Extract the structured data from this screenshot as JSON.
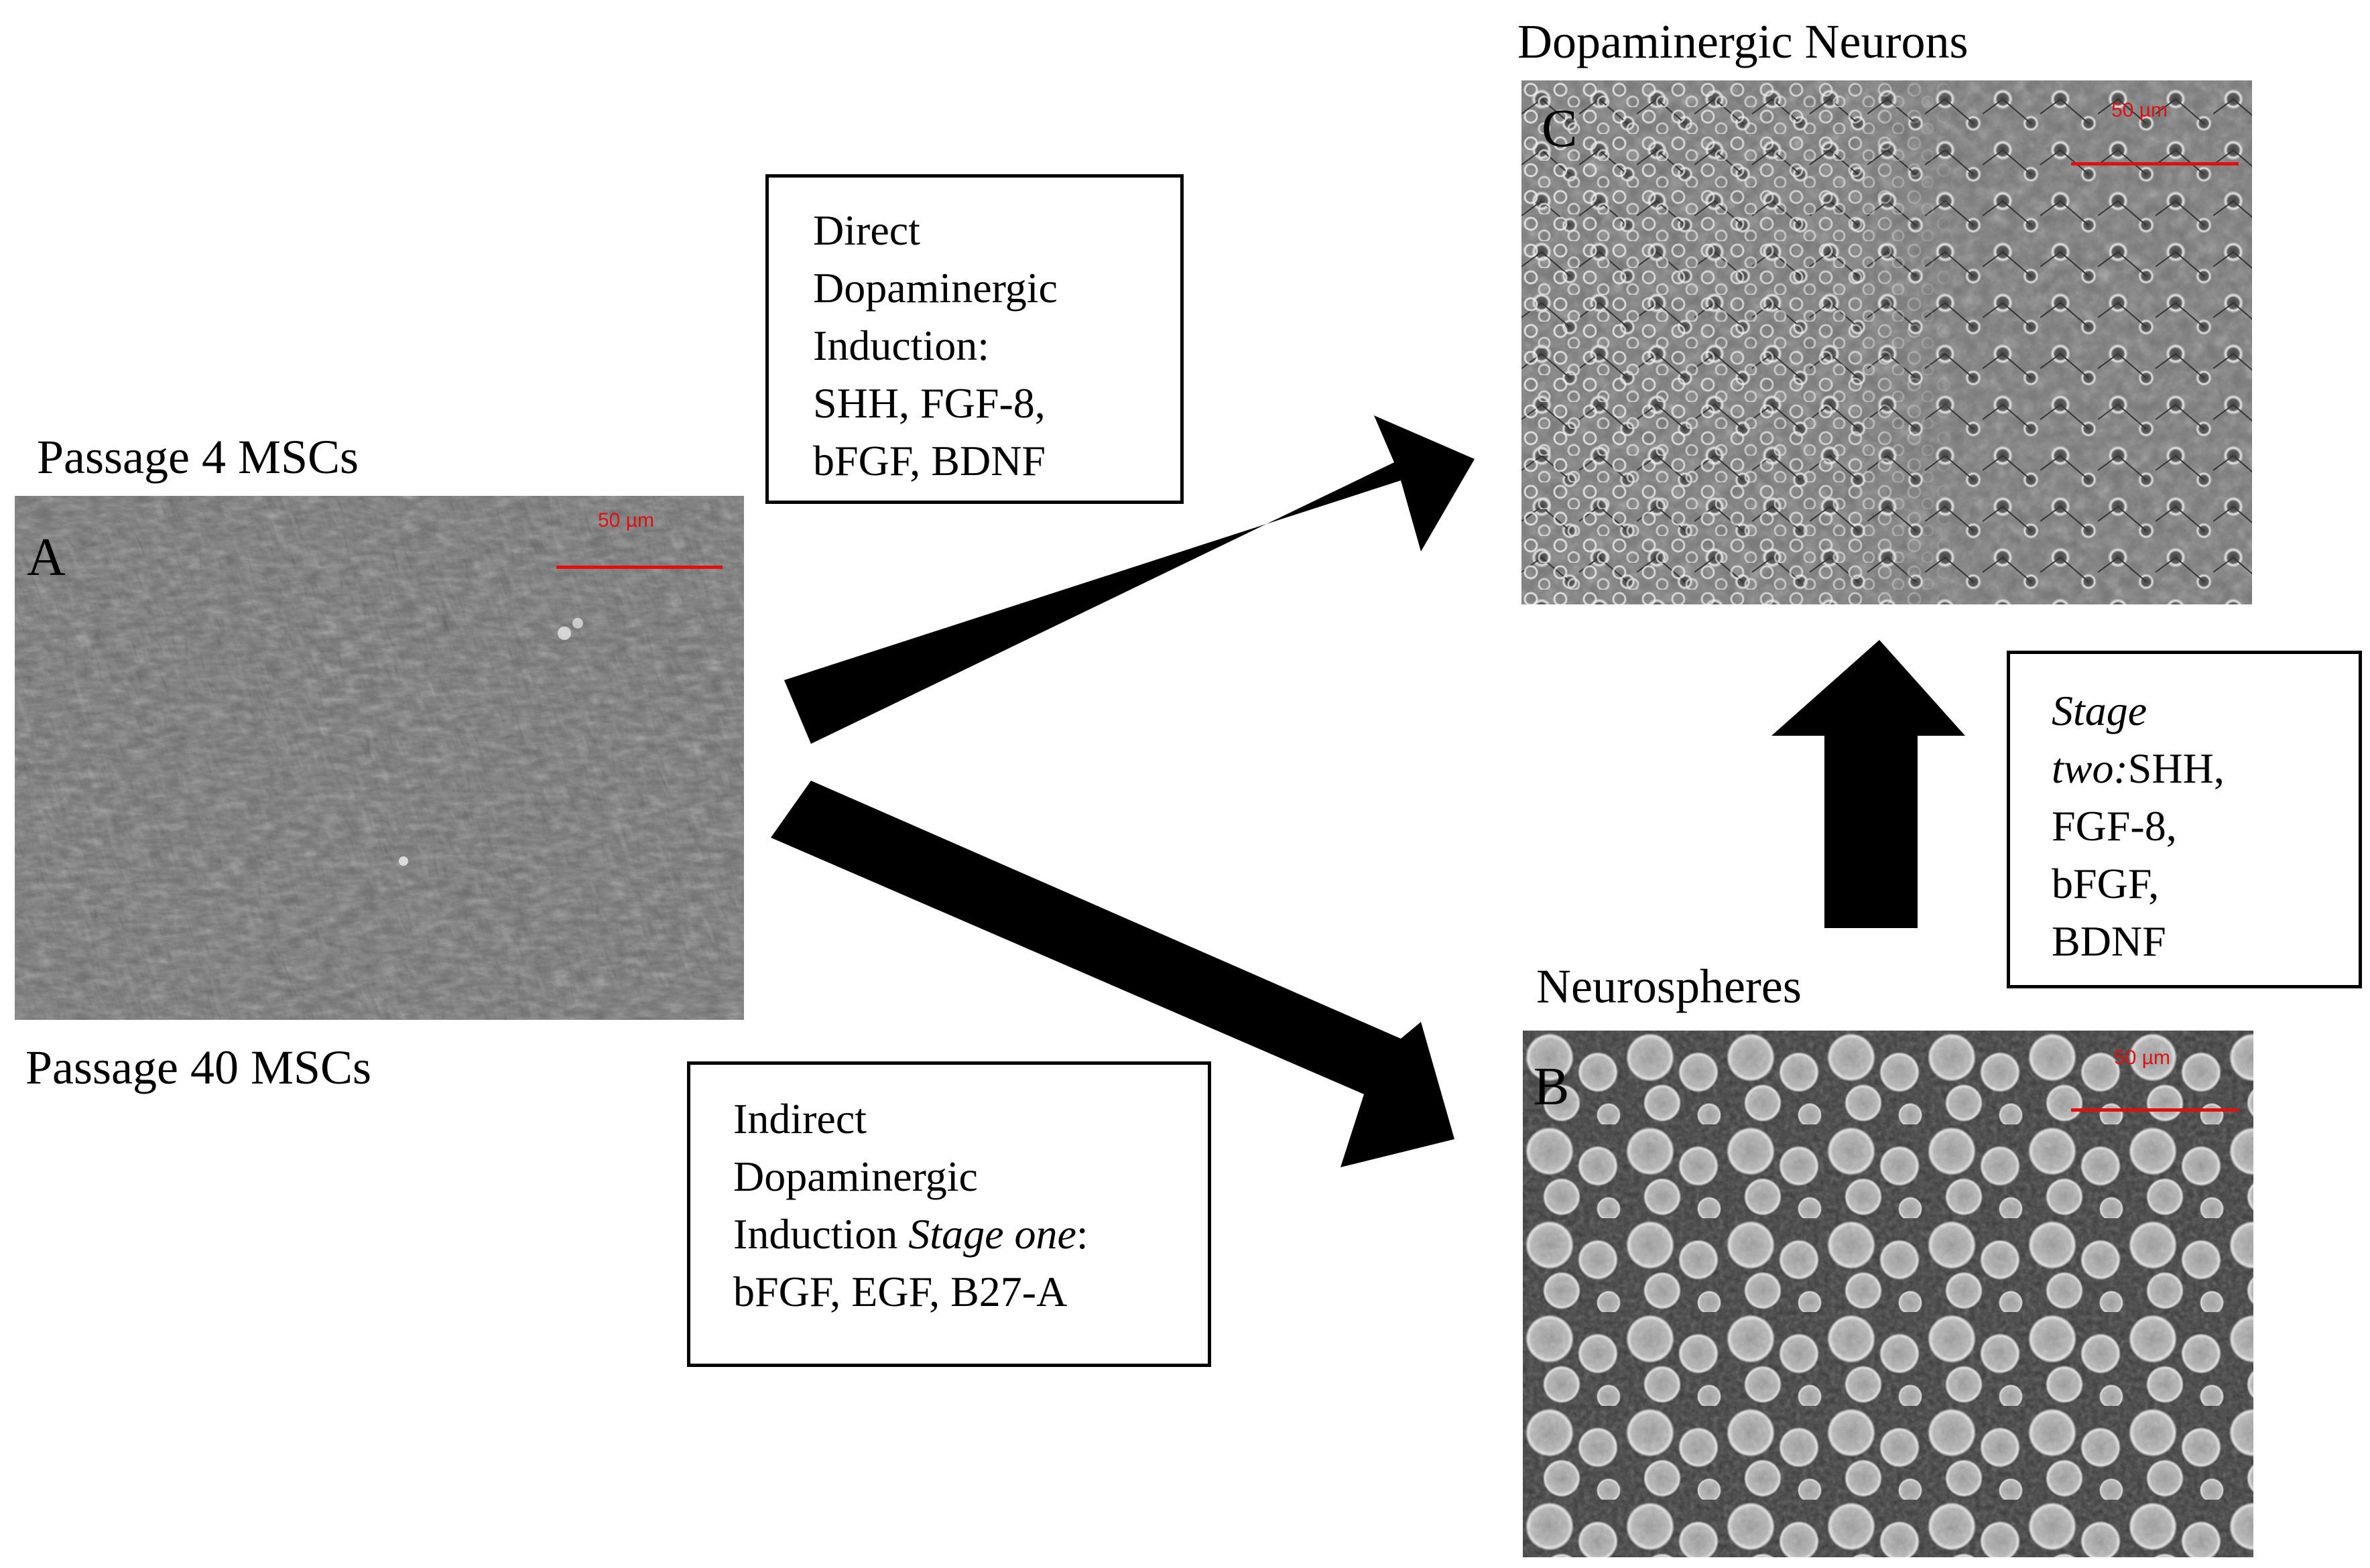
{
  "panels": {
    "a": {
      "letter": "A",
      "label_top": "Passage 4 MSCs",
      "label_bottom": "Passage 40 MSCs",
      "scale": "50 µm"
    },
    "b": {
      "letter": "B",
      "label": "Neurospheres",
      "scale": "50 µm"
    },
    "c": {
      "letter": "C",
      "label": "Dopaminergic Neurons",
      "scale": "50 µm"
    }
  },
  "boxes": {
    "direct": {
      "line1": "Direct",
      "line2": "Dopaminergic",
      "line3": "Induction:",
      "line4": "SHH, FGF-8,",
      "line5": "bFGF, BDNF"
    },
    "indirect": {
      "line1": "Indirect",
      "line2": "Dopaminergic",
      "line3_plain": "Induction ",
      "line3_italic": "Stage one",
      "line3_end": ":",
      "line4": "bFGF, EGF, B27-A"
    },
    "stage_two": {
      "line1_italic": "Stage",
      "line2_italic": "two:",
      "line2_plain": "SHH,",
      "line3": "FGF-8,",
      "line4": "bFGF,",
      "line5": "BDNF"
    }
  },
  "colors": {
    "scale_bar": "#e01010",
    "arrow": "#000000"
  }
}
